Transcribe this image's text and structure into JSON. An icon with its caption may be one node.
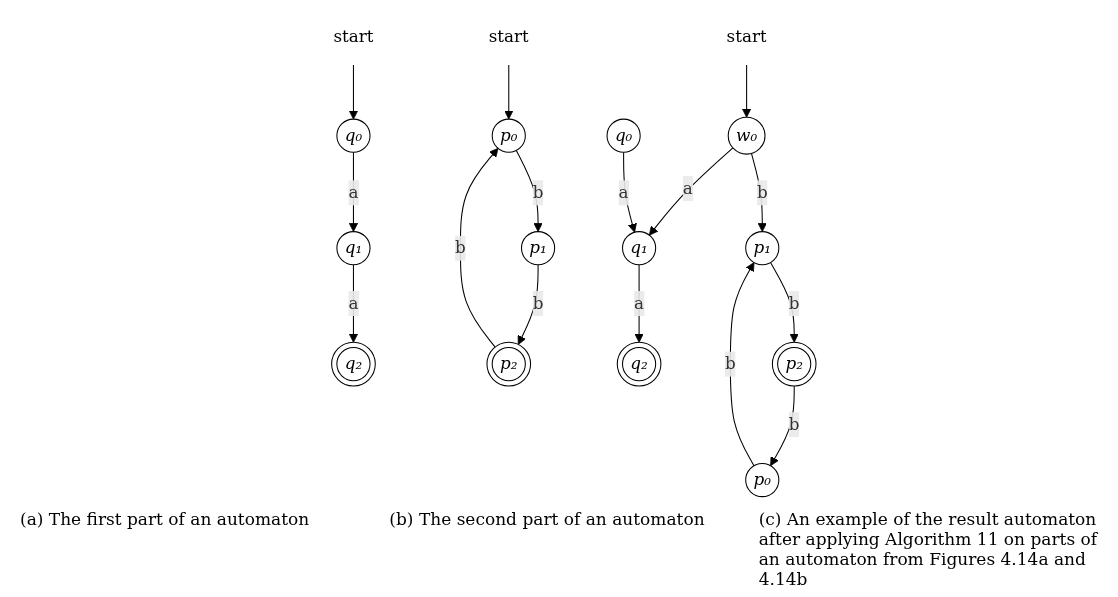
{
  "diagram": {
    "nodes": [
      {
        "text": [
          "start"
        ]
      },
      {
        "text": [
          "q₀"
        ]
      },
      {
        "text": [
          "q₁"
        ]
      },
      {
        "text": [
          "q₂"
        ]
      },
      {
        "text": [
          "start"
        ]
      },
      {
        "text": [
          "p₀"
        ]
      },
      {
        "text": [
          "p₁"
        ]
      },
      {
        "text": [
          "p₂"
        ]
      },
      {
        "text": [
          "start"
        ]
      },
      {
        "text": [
          "w₀"
        ]
      },
      {
        "text": [
          "q₀"
        ]
      },
      {
        "text": [
          "p₀"
        ]
      },
      {
        "text": [
          "q₁"
        ]
      },
      {
        "text": [
          "p₁"
        ]
      },
      {
        "text": [
          "q₂"
        ]
      },
      {
        "text": [
          "p₂"
        ]
      }
    ],
    "edges": [
      {
        "from": 0,
        "to": 1,
        "arrow": "to"
      },
      {
        "from": 1,
        "to": 2,
        "arrow": "to",
        "label": "a"
      },
      {
        "from": 2,
        "to": 3,
        "arrow": "to",
        "label": "a"
      },
      {
        "from": 4,
        "to": 5,
        "arrow": "to"
      },
      {
        "from": 5,
        "to": 6,
        "arrow": "to",
        "label": "b"
      },
      {
        "from": 6,
        "to": 7,
        "arrow": "to",
        "label": "b"
      },
      {
        "from": 7,
        "to": 5,
        "arrow": "to",
        "label": "b"
      },
      {
        "from": 8,
        "to": 9,
        "arrow": "to"
      },
      {
        "from": 9,
        "to": 12,
        "arrow": "to",
        "label": "a"
      },
      {
        "from": 9,
        "to": 13,
        "arrow": "to",
        "label": "b"
      },
      {
        "from": 10,
        "to": 12,
        "arrow": "to",
        "label": "a"
      },
      {
        "from": 11,
        "to": 13,
        "arrow": "to",
        "label": "b"
      },
      {
        "from": 12,
        "to": 14,
        "arrow": "to",
        "label": "a"
      },
      {
        "from": 13,
        "to": 15,
        "arrow": "to",
        "label": "b"
      },
      {
        "from": 15,
        "to": 11,
        "arrow": "to",
        "label": "b"
      }
    ],
    "labels": [
      "(a) The first part of an automaton",
      "(b) The second part of an automaton",
      "(c) An example of the result automaton after applying Algorithm 11 on parts of an automaton from Figures 4.14a and 4.14b"
    ]
  }
}
